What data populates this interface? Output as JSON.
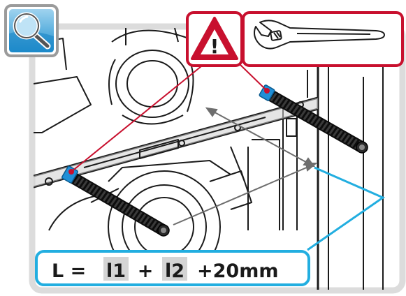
{
  "formula": {
    "lhs": "L =",
    "term1": "l1",
    "plus": "+",
    "term2": "l2",
    "tail": "+20mm"
  },
  "icons": {
    "magnifier": "magnifier-icon",
    "warning": "warning-icon",
    "wrench": "wrench-icon"
  },
  "warning": {
    "symbol": "!"
  },
  "colors": {
    "callout_red": "#c8102e",
    "leader_blue": "#22aee0",
    "bolt_blue": "#1f8fd6",
    "term_highlight": "#d4d4d4",
    "dimension_grey": "#6e6e6e",
    "frame_grey": "#dcdcdc",
    "line_art": "#1a1a1a"
  }
}
